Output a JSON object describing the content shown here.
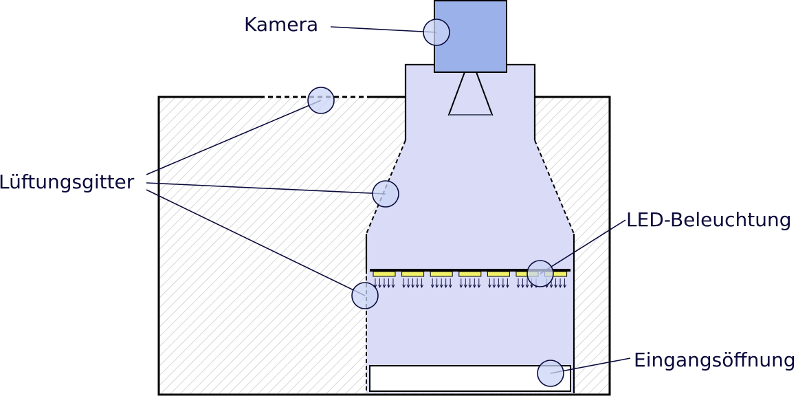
{
  "labels": {
    "camera": "Kamera",
    "ventilation": "Lüftungsgitter",
    "led": "LED-Beleuchtung",
    "entrance": "Eingangsöffnung"
  },
  "colors": {
    "housing_fill": "#d9dbf7",
    "camera_fill": "#9bb1ea",
    "led_fill": "#f2f26a",
    "hatch": "#c9c9c9",
    "outline": "#000000",
    "callout_line": "#0a0a3c",
    "marker_fill": "#c9d6f5",
    "marker_stroke": "#0a0a3c"
  },
  "icons": [
    "camera-lens-icon",
    "led-light-icon",
    "callout-marker-icon"
  ],
  "led_count": 7
}
